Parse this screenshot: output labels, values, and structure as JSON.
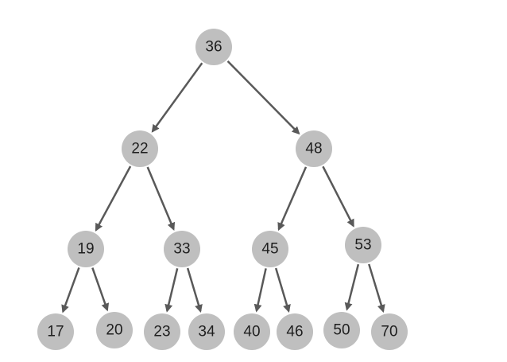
{
  "tree": {
    "nodes": [
      {
        "id": "n36",
        "label": "36"
      },
      {
        "id": "n22",
        "label": "22"
      },
      {
        "id": "n48",
        "label": "48"
      },
      {
        "id": "n19",
        "label": "19"
      },
      {
        "id": "n33",
        "label": "33"
      },
      {
        "id": "n45",
        "label": "45"
      },
      {
        "id": "n53",
        "label": "53"
      },
      {
        "id": "n17",
        "label": "17"
      },
      {
        "id": "n20",
        "label": "20"
      },
      {
        "id": "n23",
        "label": "23"
      },
      {
        "id": "n34",
        "label": "34"
      },
      {
        "id": "n40",
        "label": "40"
      },
      {
        "id": "n46",
        "label": "46"
      },
      {
        "id": "n50",
        "label": "50"
      },
      {
        "id": "n70",
        "label": "70"
      }
    ],
    "edges": [
      {
        "from": "n36",
        "to": "n22"
      },
      {
        "from": "n36",
        "to": "n48"
      },
      {
        "from": "n22",
        "to": "n19"
      },
      {
        "from": "n22",
        "to": "n33"
      },
      {
        "from": "n48",
        "to": "n45"
      },
      {
        "from": "n48",
        "to": "n53"
      },
      {
        "from": "n19",
        "to": "n17"
      },
      {
        "from": "n19",
        "to": "n20"
      },
      {
        "from": "n33",
        "to": "n23"
      },
      {
        "from": "n33",
        "to": "n34"
      },
      {
        "from": "n45",
        "to": "n40"
      },
      {
        "from": "n45",
        "to": "n46"
      },
      {
        "from": "n53",
        "to": "n50"
      },
      {
        "from": "n53",
        "to": "n70"
      }
    ],
    "colors": {
      "node_fill": "#bfbfbf",
      "edge": "#595959",
      "text": "#1f1f1f"
    }
  }
}
